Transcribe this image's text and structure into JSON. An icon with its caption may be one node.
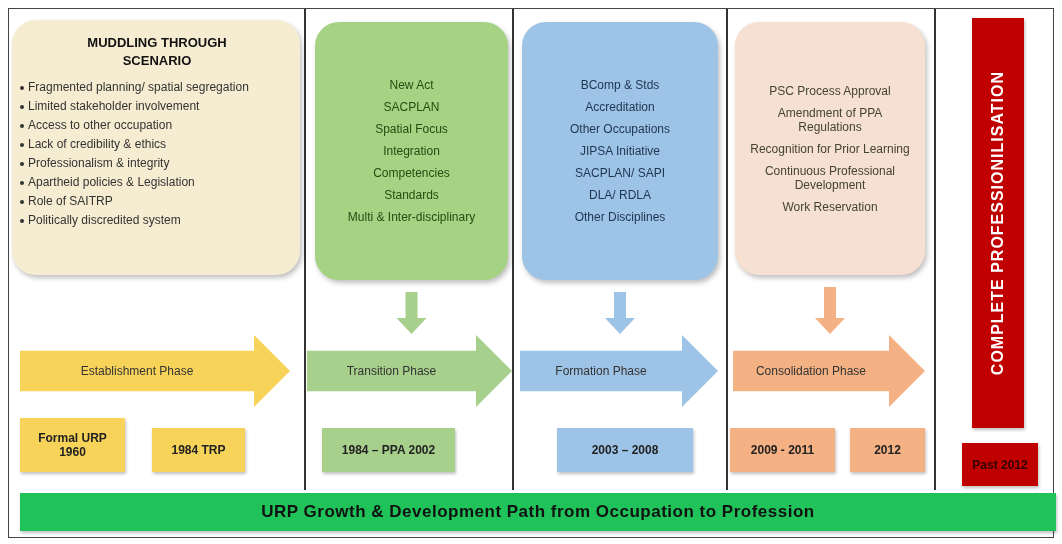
{
  "diagram": {
    "nodes": [
      {
        "text": [
          "MUDDLING THROUGH SCENARIO",
          "Fragmented planning/ spatial segregation",
          "Limited stakeholder involvement",
          "Access to other occupation",
          "Lack of credibility & ethics",
          "Professionalism & integrity",
          "Apartheid policies & Legislation",
          "Role of SAITRP",
          "Politically discredited system"
        ]
      },
      {
        "text": [
          "Establishment Phase"
        ]
      },
      {
        "text": [
          "Formal URP 1960"
        ]
      },
      {
        "text": [
          "1984 TRP"
        ]
      },
      {
        "text": [
          "New Act",
          "SACPLAN",
          "Spatial Focus",
          "Integration",
          "Competencies",
          "Standards",
          "Multi & Inter-disciplinary"
        ]
      },
      {
        "text": [
          "Transition Phase"
        ]
      },
      {
        "text": [
          "1984 – PPA 2002"
        ]
      },
      {
        "text": [
          "BComp & Stds",
          "Accreditation",
          "Other Occupations",
          "JIPSA Initiative",
          "SACPLAN/ SAPI",
          "DLA/ RDLA",
          "Other Disciplines"
        ]
      },
      {
        "text": [
          "Formation Phase"
        ]
      },
      {
        "text": [
          "2003 – 2008"
        ]
      },
      {
        "text": [
          "PSC Process Approval",
          "Amendment of PPA Regulations",
          "Recognition for Prior Learning",
          "Continuous Professional Development",
          "Work Reservation"
        ]
      },
      {
        "text": [
          "Consolidation Phase"
        ]
      },
      {
        "text": [
          "2009 - 2011"
        ]
      },
      {
        "text": [
          "2012"
        ]
      },
      {
        "text": [
          "COMPLETE PROFESSIONILISATION"
        ]
      },
      {
        "text": [
          "Past 2012"
        ]
      },
      {
        "text": [
          "URP Growth & Development Path from Occupation to Profession"
        ]
      }
    ],
    "edges": [
      {
        "from": 4,
        "to": 5,
        "arrow": "to"
      },
      {
        "from": 7,
        "to": 8,
        "arrow": "to"
      },
      {
        "from": 10,
        "to": 11,
        "arrow": "to"
      }
    ]
  }
}
